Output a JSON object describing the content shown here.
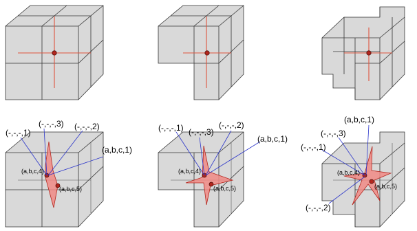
{
  "panels": {
    "bottom_left": {
      "labels": [
        "(-,-,-,1)",
        "(-,-,-,3)",
        "(-,-,-,2)",
        "(a,b,c,1)",
        "(a,b,c,4)",
        "(a,b,c,5)"
      ]
    },
    "bottom_middle": {
      "labels": [
        "(-,-,-,1)",
        "(-,-,-,3)",
        "(-,-,-,2)",
        "(a,b,c,1)",
        "(a,b,c,4)",
        "(a,b,c,5)"
      ]
    },
    "bottom_right": {
      "labels": [
        "(a,b,c,1)",
        "(-,-,-,3)",
        "(-,-,-,1)",
        "(a,b,c,4)",
        "(a,b,c,5)",
        "(-,-,-,2)"
      ]
    }
  },
  "colors": {
    "cube_face": "#d9d9d9",
    "red_line": "#e0553f",
    "blue_leader": "#2a34c9",
    "vertex": "#b3261e",
    "star_fill": "#f08a85"
  }
}
